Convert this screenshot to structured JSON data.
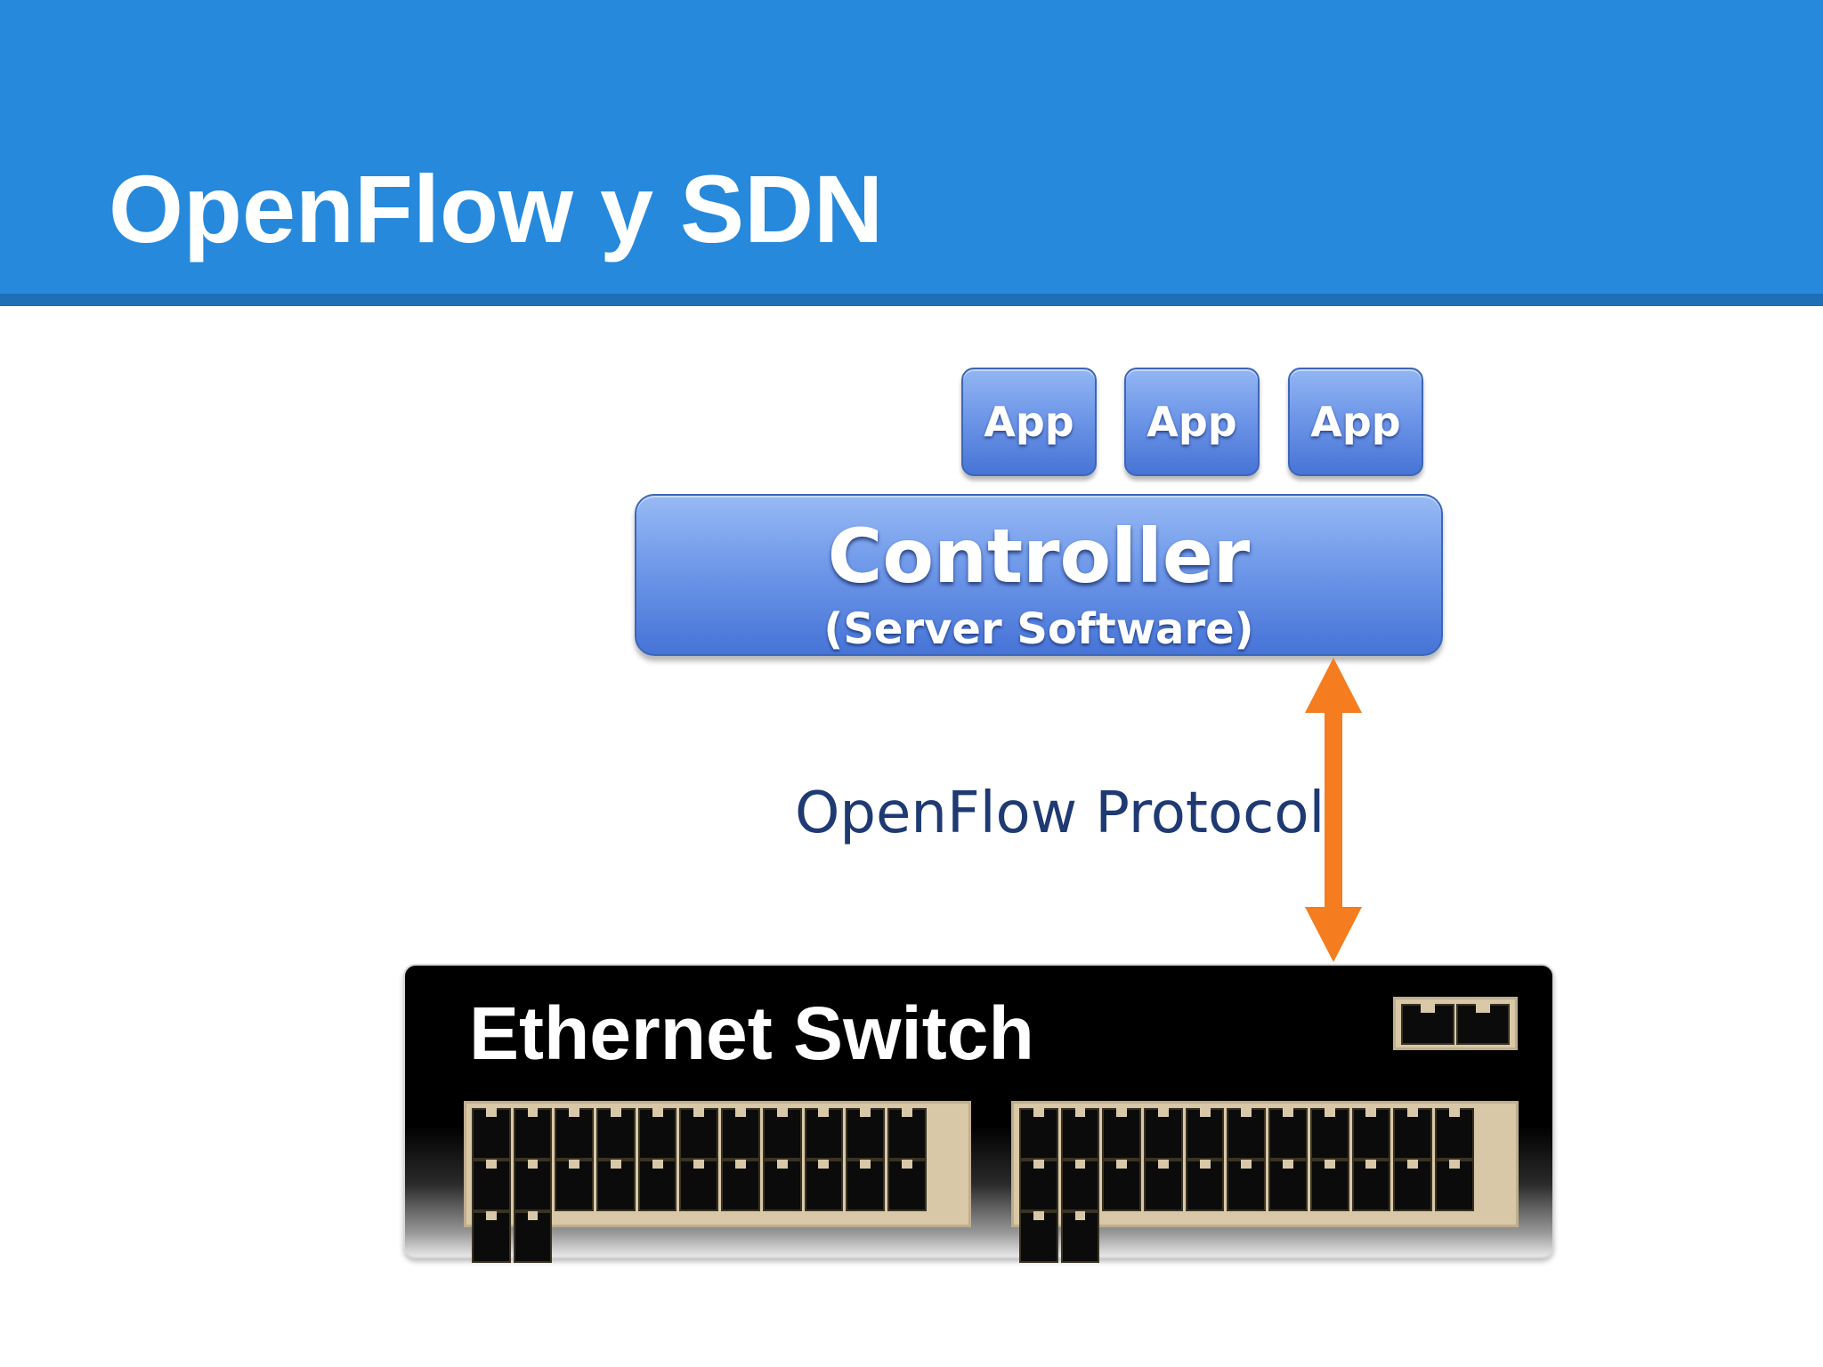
{
  "slide": {
    "title": "OpenFlow y SDN"
  },
  "diagram": {
    "apps": [
      {
        "label": "App"
      },
      {
        "label": "App"
      },
      {
        "label": "App"
      }
    ],
    "controller": {
      "title": "Controller",
      "subtitle": "(Server Software)"
    },
    "protocol_label": "OpenFlow Protocol",
    "switch": {
      "label": "Ethernet Switch",
      "port_banks": 2,
      "ports_per_bank": 24,
      "uplink_ports": 2
    },
    "colors": {
      "header": "#2689dc",
      "box_blue": "#6f97e8",
      "arrow": "#f57c1f",
      "protocol_text": "#1f3a73",
      "switch_body": "#000000"
    }
  }
}
